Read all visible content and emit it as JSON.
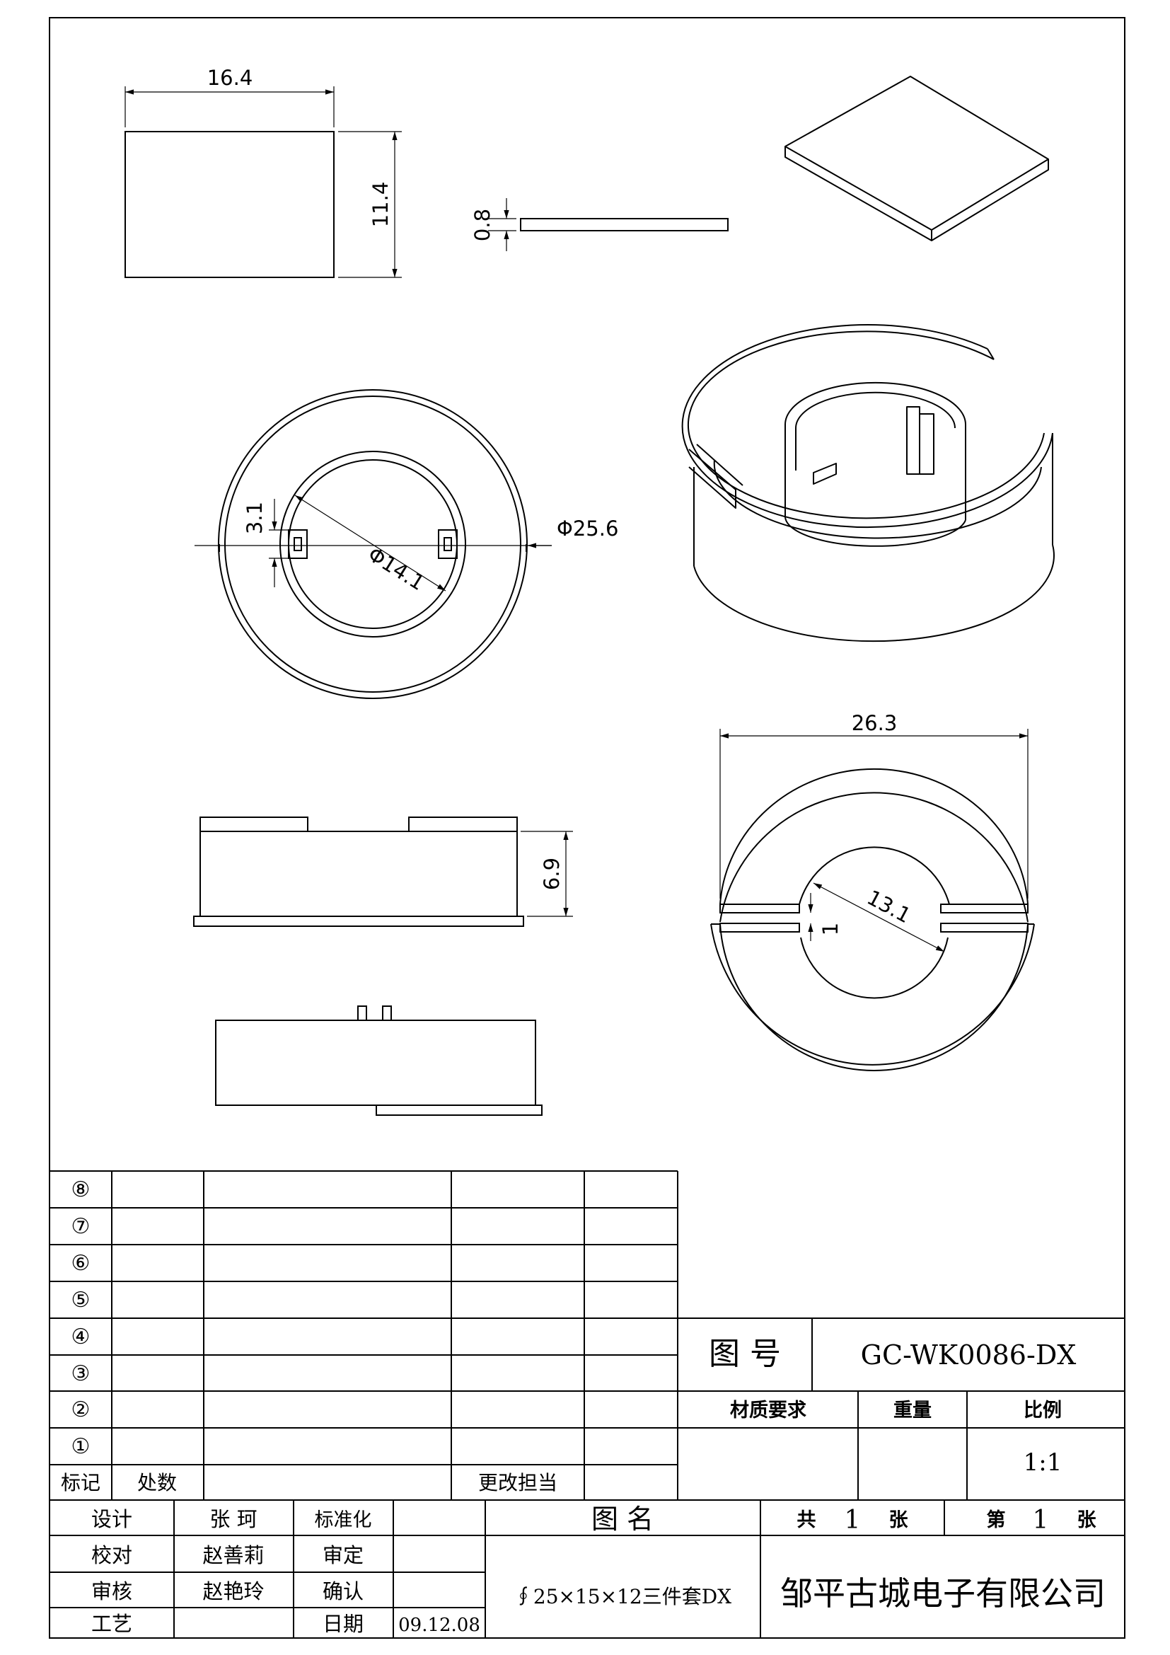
{
  "dimensions": {
    "plate_width": "16.4",
    "plate_height": "11.4",
    "plate_thickness": "0.8",
    "outer_diameter": "Φ25.6",
    "inner_diameter": "Φ14.1",
    "slot_width": "3.1",
    "base_height": "6.9",
    "base_width": "26.3",
    "base_inner": "13.1",
    "slot_gap": "1"
  },
  "revision_rows": [
    "⑧",
    "⑦",
    "⑥",
    "⑤",
    "④",
    "③",
    "②",
    "①"
  ],
  "revision_header": {
    "mark": "标记",
    "count": "处数",
    "changed_by": "更改担当"
  },
  "title_block": {
    "drawing_no_label": "图  号",
    "drawing_no": "GC-WK0086-DX",
    "material_label": "材质要求",
    "weight_label": "重量",
    "scale_label": "比例",
    "scale": "1:1",
    "design_label": "设计",
    "designer": "张  珂",
    "standardization_label": "标准化",
    "check_label": "校对",
    "checker": "赵善莉",
    "approve_label": "审定",
    "review_label": "审核",
    "reviewer": "赵艳玲",
    "confirm_label": "确认",
    "process_label": "工艺",
    "date_label": "日期",
    "date": "09.12.08",
    "name_label": "图  名",
    "part_name": "∮25×15×12三件套DX",
    "total_label": "共",
    "total_count": "1",
    "sheet_unit": "张",
    "sheet_label": "第",
    "sheet_no": "1",
    "sheet_unit2": "张",
    "company": "邹平古城电子有限公司"
  }
}
